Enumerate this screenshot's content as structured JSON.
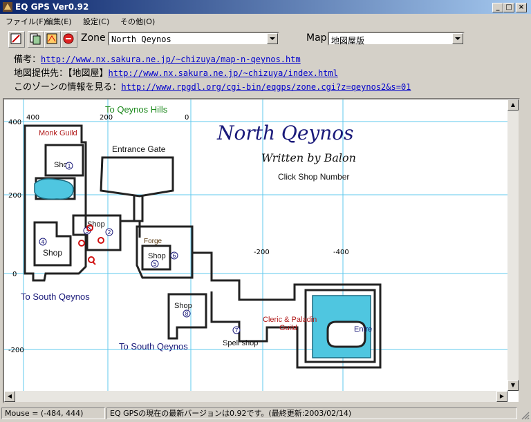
{
  "window": {
    "title": "EQ GPS Ver0.92",
    "buttons": {
      "minimize": "_",
      "maximize": "□",
      "close": "×"
    }
  },
  "menu": [
    "ファイル(F)",
    "編集(E)",
    "設定(C)",
    "その他(O)"
  ],
  "toolbar": {
    "zone_label": "Zone",
    "zone_value": "North Qeynos",
    "map_label": "Map",
    "map_value": "地図屋版"
  },
  "info": {
    "note_label": "備考：",
    "note_url": "http://www.nx.sakura.ne.jp/~chizuya/map-n-qeynos.htm",
    "provider_label": "地図提供先：【地図屋】",
    "provider_url": "http://www.nx.sakura.ne.jp/~chizuya/index.html",
    "zoneinfo_label": "このゾーンの情報を見る：",
    "zoneinfo_url": "http://www.rpgdl.org/cgi-bin/eqgps/zone.cgi?z=qeynos2&s=01"
  },
  "map": {
    "title": "North Qeynos",
    "subtitle": "Written by Balon",
    "hint": "Click Shop Number",
    "axis_top": [
      "400",
      "200",
      "0",
      "-200",
      "-400"
    ],
    "axis_left": [
      "400",
      "200",
      "0",
      "-200"
    ],
    "labels": {
      "hills": "To Qeynos Hills",
      "monk": "Monk Guild",
      "gate": "Entrance Gate",
      "shop": "Shop",
      "forge": "Forge",
      "south1": "To South Qeynos",
      "south2": "To South Qeynos",
      "cleric": "Cleric & Paladin",
      "guild": "Guild",
      "entre": "Entre",
      "spell": "Spell shop"
    },
    "shop_numbers": [
      "1",
      "2",
      "3",
      "4",
      "5",
      "6",
      "7",
      "8"
    ],
    "colors": {
      "grid": "#5fc8ee",
      "water": "#4fc6e0",
      "title": "#1a1a7a",
      "guild": "#b01818",
      "green": "#1e8a1e"
    }
  },
  "status": {
    "mouse": "Mouse = (-484, 444)",
    "message": "EQ GPSの現在の最新バージョンは0.92です。(最終更新:2003/02/14)"
  }
}
